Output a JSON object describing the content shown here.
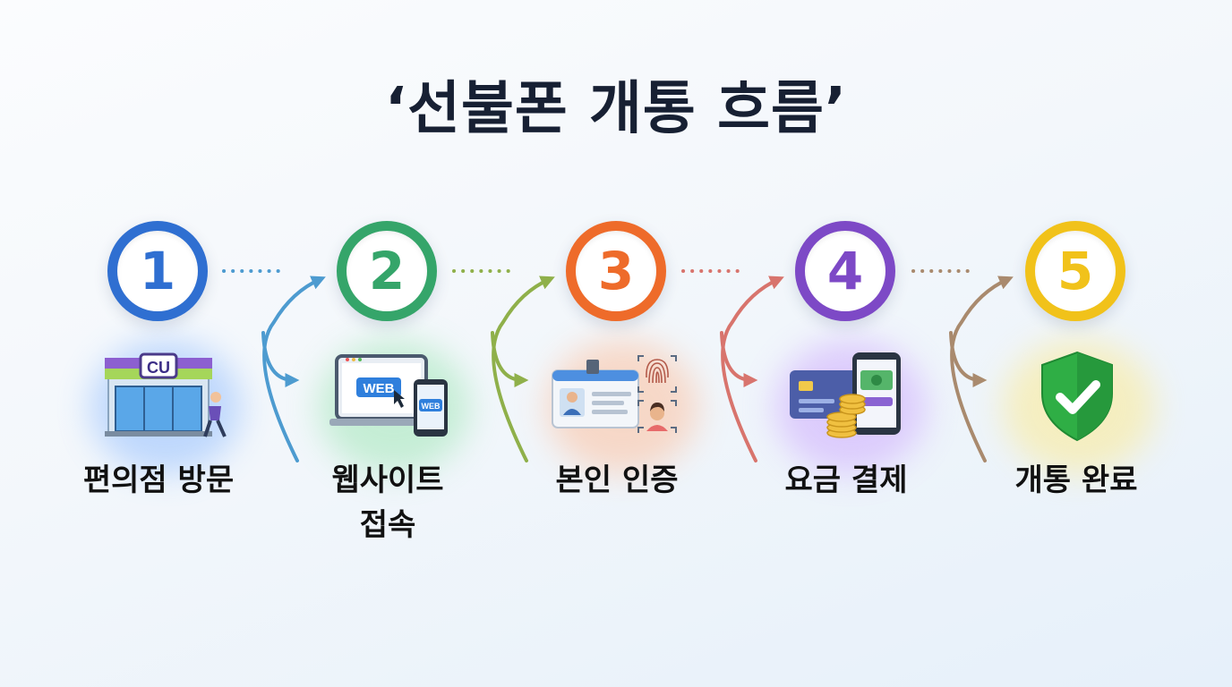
{
  "title": "‘선불폰 개통 흐름’",
  "steps": [
    {
      "number": "1",
      "label_lines": [
        "편의점 방문"
      ],
      "color": "#2f6fd1",
      "store_sign": "CU"
    },
    {
      "number": "2",
      "label_lines": [
        "웹사이트",
        "접속"
      ],
      "color": "#35a56a",
      "web_text": "WEB"
    },
    {
      "number": "3",
      "label_lines": [
        "본인 인증"
      ],
      "color": "#ee6b2a"
    },
    {
      "number": "4",
      "label_lines": [
        "요금 결제"
      ],
      "color": "#7d49c6"
    },
    {
      "number": "5",
      "label_lines": [
        "개통 완료"
      ],
      "color": "#f1c21a"
    }
  ],
  "colors": {
    "title": "#172033",
    "connector_1_2": "#4d9bd0",
    "connector_2_3": "#8fb04a",
    "connector_3_4": "#d8746d",
    "connector_4_5": "#a98a6e",
    "shield": "#2fae45"
  },
  "icons": [
    "convenience-store-icon",
    "laptop-phone-web-icon",
    "id-card-fingerprint-icon",
    "card-phone-coins-icon",
    "shield-check-icon"
  ]
}
